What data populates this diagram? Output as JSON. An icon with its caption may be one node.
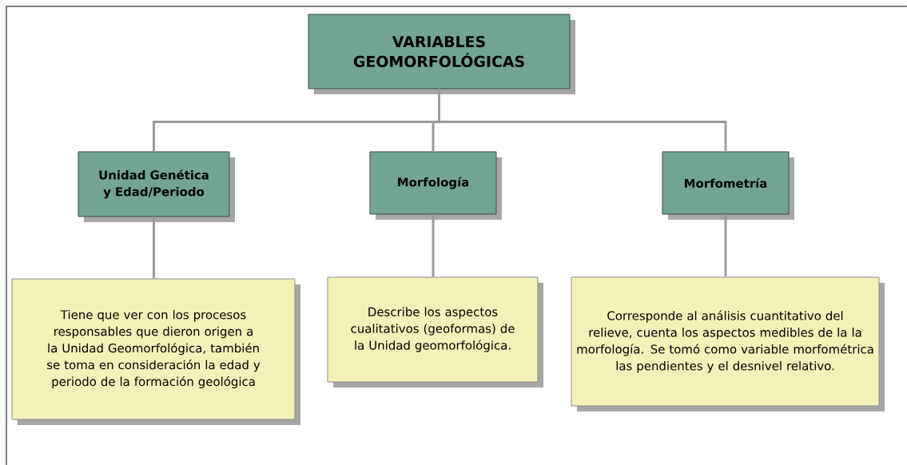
{
  "diagram": {
    "nodes": [
      {
        "text": [
          "VARIABLES GEOMORFOLÓGICAS"
        ]
      },
      {
        "text": [
          "Unidad Genética y Edad/Periodo"
        ]
      },
      {
        "text": [
          "Morfología"
        ]
      },
      {
        "text": [
          "Morfometría"
        ]
      },
      {
        "text": [
          "Tiene que ver con los procesos responsables que dieron origen a la Unidad Geomorfológica, también se toma en consideración la edad y periodo de la formación geológica"
        ]
      },
      {
        "text": [
          "Describe los aspectos cualitativos (geoformas) de la Unidad geomorfológica."
        ]
      },
      {
        "text": [
          "Corresponde al análisis cuantitativo del relieve, cuenta los aspectos medibles de la la morfología. Se tomó como variable morfométrica las pendientes y el desnivel relativo."
        ]
      }
    ],
    "edges": [
      {
        "from": 0,
        "to": 1,
        "arrow": "none"
      },
      {
        "from": 0,
        "to": 2,
        "arrow": "none"
      },
      {
        "from": 0,
        "to": 3,
        "arrow": "none"
      },
      {
        "from": 1,
        "to": 4,
        "arrow": "none"
      },
      {
        "from": 2,
        "to": 5,
        "arrow": "none"
      },
      {
        "from": 3,
        "to": 6,
        "arrow": "none"
      }
    ]
  }
}
